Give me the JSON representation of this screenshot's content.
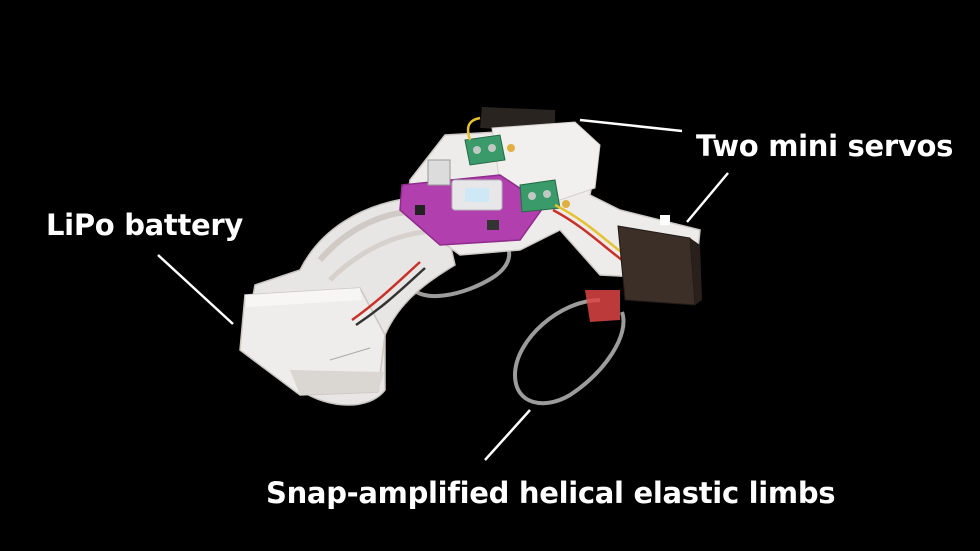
{
  "labels": {
    "battery": "LiPo battery",
    "servos": "Two mini servos",
    "limbs": "Snap-amplified helical elastic limbs"
  },
  "colors": {
    "background": "#000000",
    "label_text": "#ffffff",
    "body": "#ecebea",
    "pcb": "#b33fb0",
    "terminal": "#3a9a6a",
    "servo": "#3b2f28"
  },
  "icons": [
    "robot-body",
    "pcb-board",
    "servo-motor",
    "helical-limb",
    "leader-line"
  ]
}
